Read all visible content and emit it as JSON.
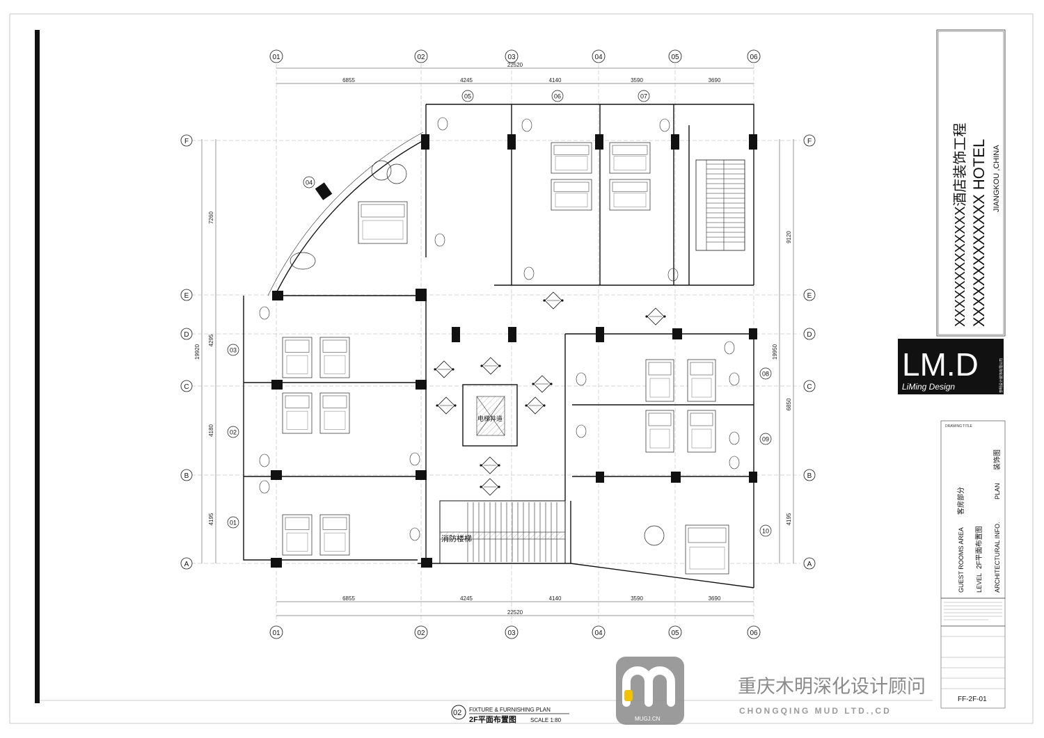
{
  "project": {
    "name_line1": "XXXXXXXXXXXXX酒店装饰工程",
    "name_line2": "XXXXXXXXXXXXX  HOTEL",
    "location": "JIANGKOU ,CHINA"
  },
  "logo": {
    "main": "LM.D",
    "sub": "LiMing Design",
    "side": "李明设计装饰有限公司"
  },
  "title_block": {
    "drawing_title_label": "DRAWING TITLE",
    "area_en": "GUEST ROOMS AREA",
    "area_cn": "客房部分",
    "level_en": "LEVEL",
    "level_cn": "2F平面布置图",
    "type_en": "ARCHITECTURAL INFO.",
    "plan_en": "PLAN",
    "plan_cn": "装饰图",
    "drawing_no": "FF-2F-01"
  },
  "plan": {
    "caption_no": "02",
    "caption_en": "FIXTURE & FURNISHING PLAN",
    "caption_cn": "2F平面布置图",
    "scale": "SCALE 1:80",
    "stair_label": "消防楼梯",
    "elevator_label": "电梯井道",
    "grid_cols": [
      "01",
      "02",
      "03",
      "04",
      "05",
      "06"
    ],
    "grid_rows": [
      "F",
      "E",
      "D",
      "C",
      "B",
      "A"
    ],
    "dims_top": [
      "6855",
      "4245",
      "4140",
      "3590",
      "3690"
    ],
    "dims_top_total": "22520",
    "dims_bottom": [
      "6855",
      "4245",
      "4140",
      "3590",
      "3690"
    ],
    "dims_bottom_total": "22520",
    "dims_left": [
      "7260",
      "4295",
      "4180",
      "4195"
    ],
    "dims_left_total": "19920",
    "dims_right": [
      "9120",
      "6850",
      "4195"
    ],
    "dims_right_total": "19950",
    "room_numbers": [
      "01",
      "02",
      "03",
      "04",
      "05",
      "06",
      "07",
      "08",
      "09",
      "10"
    ]
  },
  "watermark": {
    "company_cn": "重庆木明深化设计顾问",
    "company_en": "CHONGQING MUD LTD.,CD",
    "badge": "MUGJ.CN"
  }
}
